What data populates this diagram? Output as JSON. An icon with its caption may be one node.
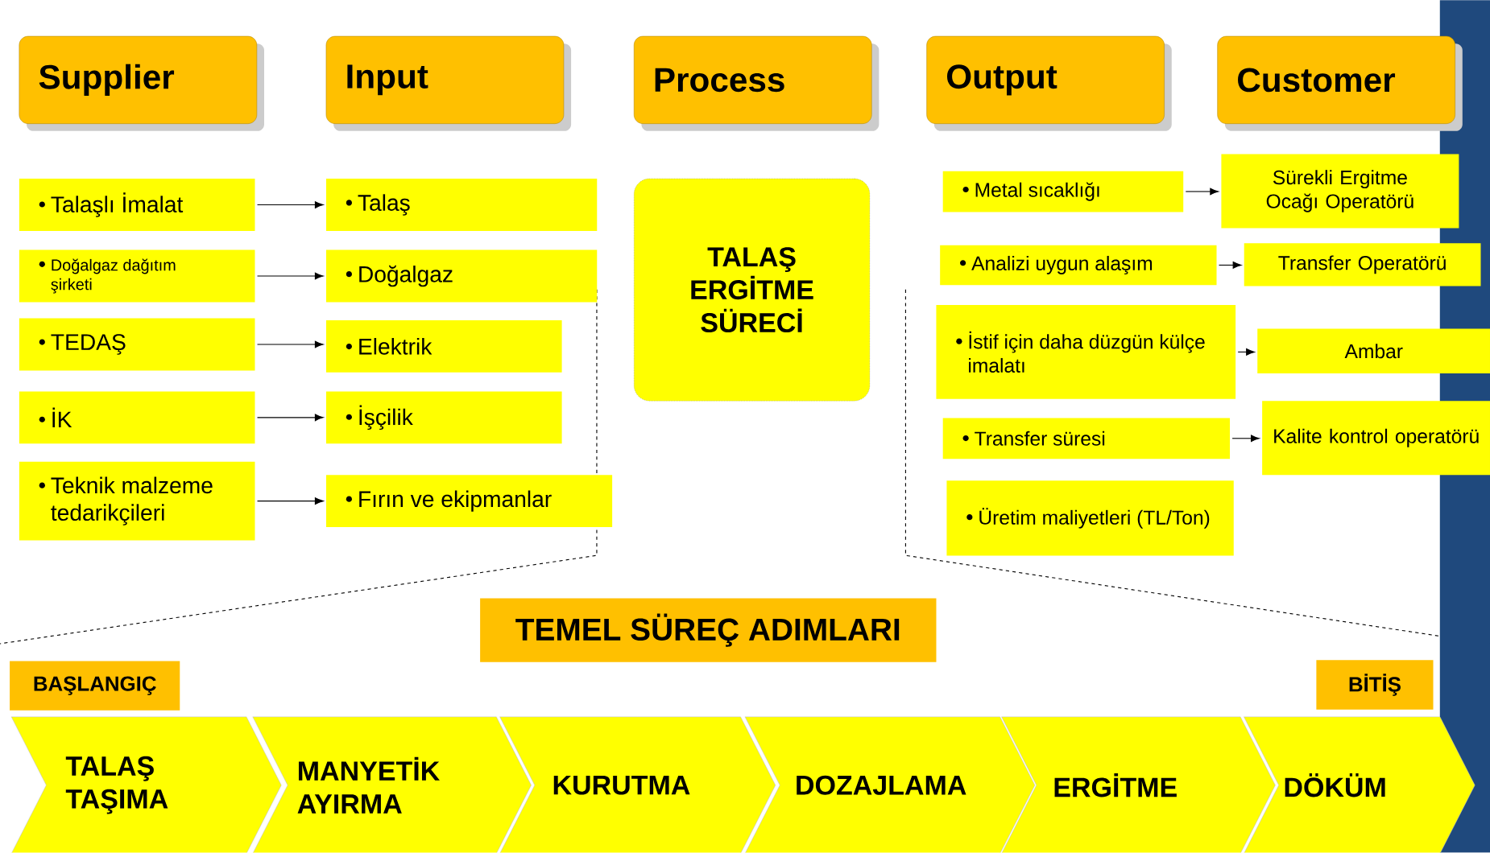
{
  "diagram": {
    "nodes": [
      {
        "text": [
          "Supplier"
        ]
      },
      {
        "text": [
          "Input"
        ]
      },
      {
        "text": [
          "Process"
        ]
      },
      {
        "text": [
          "Output"
        ]
      },
      {
        "text": [
          "Customer"
        ]
      },
      {
        "text": [
          "Talaşlı İmalat"
        ]
      },
      {
        "text": [
          "Doğalgaz dağıtım şirketi"
        ]
      },
      {
        "text": [
          "TEDAŞ"
        ]
      },
      {
        "text": [
          "İK"
        ]
      },
      {
        "text": [
          "Teknik malzeme tedarikçileri"
        ]
      },
      {
        "text": [
          "Talaş"
        ]
      },
      {
        "text": [
          "Doğalgaz"
        ]
      },
      {
        "text": [
          "Elektrik"
        ]
      },
      {
        "text": [
          "İşçilik"
        ]
      },
      {
        "text": [
          "Fırın ve ekipmanlar"
        ]
      },
      {
        "text": [
          "TALAŞ ERGİTME SÜRECİ"
        ]
      },
      {
        "text": [
          "Metal sıcaklığı"
        ]
      },
      {
        "text": [
          "Analizi uygun alaşım"
        ]
      },
      {
        "text": [
          "İstif için daha düzgün külçe imalatı"
        ]
      },
      {
        "text": [
          "Transfer süresi"
        ]
      },
      {
        "text": [
          "Üretim maliyetleri (TL/Ton)"
        ]
      },
      {
        "text": [
          "Sürekli Ergitme Ocağı Operatörü"
        ]
      },
      {
        "text": [
          "Transfer Operatörü"
        ]
      },
      {
        "text": [
          "Ambar"
        ]
      },
      {
        "text": [
          "Kalite kontrol operatörü"
        ]
      },
      {
        "text": [
          "TEMEL SÜREÇ ADIMLARI"
        ]
      },
      {
        "text": [
          "BAŞLANGIÇ"
        ]
      },
      {
        "text": [
          "BİTİŞ"
        ]
      },
      {
        "text": [
          "TALAŞ TAŞIMA"
        ]
      },
      {
        "text": [
          "MANYETİK AYIRMA"
        ]
      },
      {
        "text": [
          "KURUTMA"
        ]
      },
      {
        "text": [
          "DOZAJLAMA"
        ]
      },
      {
        "text": [
          "ERGİTME"
        ]
      },
      {
        "text": [
          "DÖKÜM"
        ]
      },
      {
        "text": [],
        "shape": "bar"
      }
    ],
    "edges": [
      {
        "from": 5,
        "to": 10,
        "arrow": "to"
      },
      {
        "from": 6,
        "to": 11,
        "arrow": "to"
      },
      {
        "from": 7,
        "to": 12,
        "arrow": "to"
      },
      {
        "from": 8,
        "to": 13,
        "arrow": "to"
      },
      {
        "from": 9,
        "to": 14,
        "arrow": "to"
      },
      {
        "from": 16,
        "to": 21,
        "arrow": "to"
      },
      {
        "from": 17,
        "to": 22,
        "arrow": "to"
      },
      {
        "from": 18,
        "to": 23,
        "arrow": "to"
      },
      {
        "from": 19,
        "to": 24,
        "arrow": "to"
      }
    ]
  }
}
